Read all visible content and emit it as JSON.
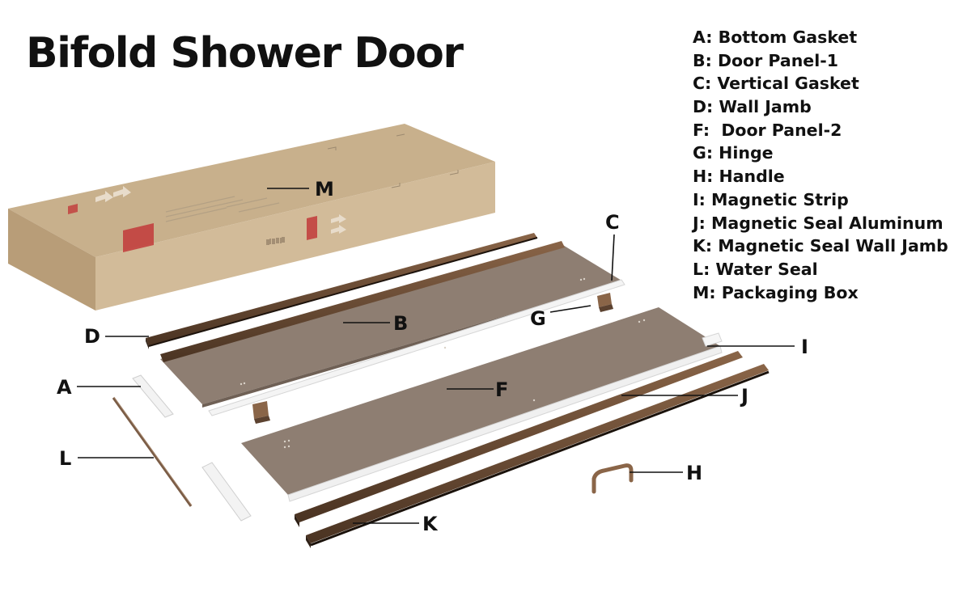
{
  "title": "Bifold Shower Door",
  "legend": [
    "A: Bottom Gasket",
    "B: Door Panel-1",
    "C: Vertical Gasket",
    "D: Wall Jamb",
    "F:  Door Panel-2",
    "G: Hinge",
    "H: Handle",
    "I: Magnetic Strip",
    "J: Magnetic Seal Aluminum",
    "K: Magnetic Seal Wall Jamb",
    "L: Water Seal",
    "M: Packaging Box"
  ],
  "callouts": {
    "a": "A",
    "b": "B",
    "c": "C",
    "d": "D",
    "f": "F",
    "g": "G",
    "h": "H",
    "i": "I",
    "j": "J",
    "k": "K",
    "l": "L",
    "m": "M"
  },
  "colors": {
    "box": "#cfb896",
    "glass": "#8e7e72",
    "bronze": "#6b4c36",
    "gasket": "#f0f0f0"
  }
}
